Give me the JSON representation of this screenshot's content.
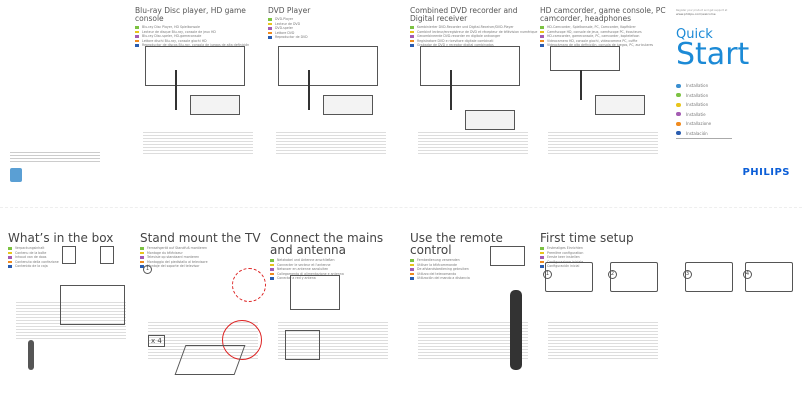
{
  "cover": {
    "register": "Register your product and get support at",
    "url": "www.philips.com/welcome",
    "quick": "Quick",
    "start": "Start",
    "brand": "PHILIPS",
    "items": [
      {
        "label": "Installation",
        "color": "#3a8fd0"
      },
      {
        "label": "Installation",
        "color": "#7cc242"
      },
      {
        "label": "Installation",
        "color": "#e8c51b"
      },
      {
        "label": "Installatie",
        "color": "#a45cb2"
      },
      {
        "label": "Installazione",
        "color": "#f08a1d"
      },
      {
        "label": "Instalación",
        "color": "#2a5db0"
      }
    ]
  },
  "lang_colors": [
    "#7cc242",
    "#e8c51b",
    "#a45cb2",
    "#f08a1d",
    "#2a5db0"
  ],
  "top_panels": [
    {
      "title": "Blu-ray Disc player, HD game console",
      "langs": [
        "Blu-ray Disc Player, HD Spielkonsole",
        "Lecteur de disque Blu-ray, console de jeux HD",
        "Blu-ray Disc-speler, HD-gameconsole",
        "Lettore dischi Blu-ray, console giochi HD",
        "Reproductor de discos Blu-ray, consola de juegos de alta definición"
      ]
    },
    {
      "title": "DVD Player",
      "langs": [
        "DVD-Player",
        "Lecteur de DVD",
        "DVD-speler",
        "Lettore DVD",
        "Reproductor de DVD"
      ]
    },
    {
      "title": "Combined DVD recorder and Digital receiver",
      "langs": [
        "Kombinierter DVD-Recorder und Digital-Receiver/DVD-Player",
        "Combiné lecteur/enregistreur de DVD et récepteur de télévision numérique",
        "Gecombineerde DVD-recorder en digitale ontvanger",
        "Registratore DVD e ricevitore digitale combinati",
        "Grabador de DVD y receptor digital combinados"
      ]
    },
    {
      "title": "HD camcorder, game console, PC camcorder, headphones",
      "langs": [
        "HD-Camcorder, Spielkonsole, PC, Camcorder, Kopfhörer",
        "Caméscope HD, console de jeux, caméscope PC, écouteurs",
        "HD-camcorder, gameconsole, PC, camcorder, koptelefoon",
        "Videocamera HD, console giochi, videocamera PC, cuffie",
        "Videocámara de alta definición, consola de juegos, PC, auriculares"
      ]
    }
  ],
  "bottom_panels": [
    {
      "title": "What’s in the box",
      "langs": [
        "Verpackungsinhalt",
        "Contenu de la boîte",
        "Inhoud van de doos",
        "Contenuto della confezione",
        "Contenido de la caja"
      ]
    },
    {
      "title": "Stand mount the TV",
      "langs": [
        "Fernsehgerät auf Standfuß montieren",
        "Montage du téléviseur",
        "Televisie op standaard monteren",
        "Montaggio del piedistallo al televisore",
        "Montaje del soporte del televisor"
      ]
    },
    {
      "title": "Connect the mains and antenna",
      "langs": [
        "Netzkabel und Antenne anschließen",
        "Connecter le secteur et l'antenne",
        "Netsnoer en antenne aansluiten",
        "Collegamento di alimentazione e antenna",
        "Conectar a red y antena"
      ]
    },
    {
      "title": "Use the remote control",
      "langs": [
        "Fernbedienung verwenden",
        "Utiliser la télécommande",
        "De afstandsbediening gebruiken",
        "Utilizzo del telecomando",
        "Utilización del mando a distancia"
      ]
    },
    {
      "title": "First time setup",
      "langs": [
        "Erstmaliges Einrichten",
        "Première configuration",
        "Eerste keer instellen",
        "Configurazione iniziale",
        "Configuración inicial"
      ]
    }
  ],
  "steps": [
    "1",
    "2",
    "3",
    "4"
  ],
  "box_count": "x 4"
}
